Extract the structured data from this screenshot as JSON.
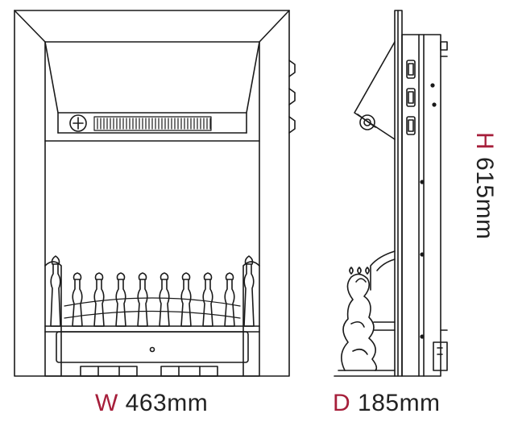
{
  "dimensions": {
    "width": {
      "letter": "W",
      "value": "463mm"
    },
    "depth": {
      "letter": "D",
      "value": "185mm"
    },
    "height": {
      "letter": "H",
      "value": "615mm"
    }
  },
  "colors": {
    "accent": "#a61e3a",
    "line": "#1a1a1a",
    "text": "#222222"
  }
}
